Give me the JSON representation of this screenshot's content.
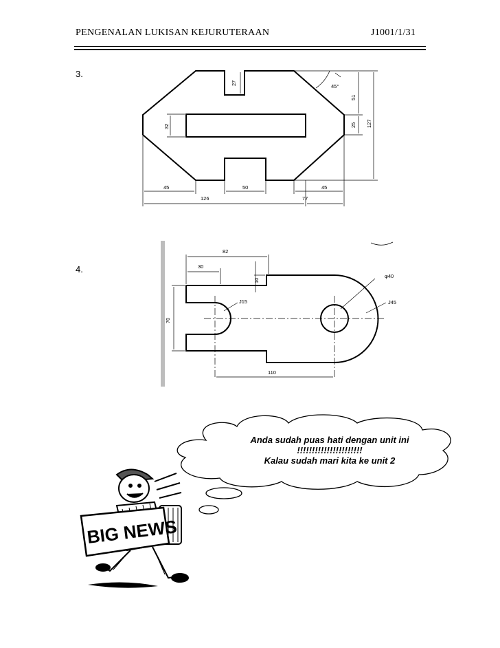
{
  "header": {
    "title": "PENGENALAN LUKISAN KEJURUTERAAN",
    "page_ref": "J1001/1/31"
  },
  "questions": [
    {
      "number": "3.",
      "dimensions": {
        "d27": "27",
        "angle": "45°",
        "d51": "51",
        "d25": "25",
        "d127": "127",
        "d32": "32",
        "d45_left": "45",
        "d50": "50",
        "d45_right": "45",
        "d126": "126",
        "d77": "77"
      }
    },
    {
      "number": "4.",
      "dimensions": {
        "d82": "82",
        "d30": "30",
        "d10": "10",
        "phi40": "φ40",
        "r15": "J15",
        "r45": "J45",
        "d70": "70",
        "d110": "110"
      }
    }
  ],
  "callout": {
    "line1": "Anda sudah puas hati dengan unit ini",
    "line2": "!!!!!!!!!!!!!!!!!!!!!!",
    "line3": "Kalau sudah mari kita ke unit 2"
  },
  "illustration": {
    "sign_text": "BIG NEWS"
  }
}
